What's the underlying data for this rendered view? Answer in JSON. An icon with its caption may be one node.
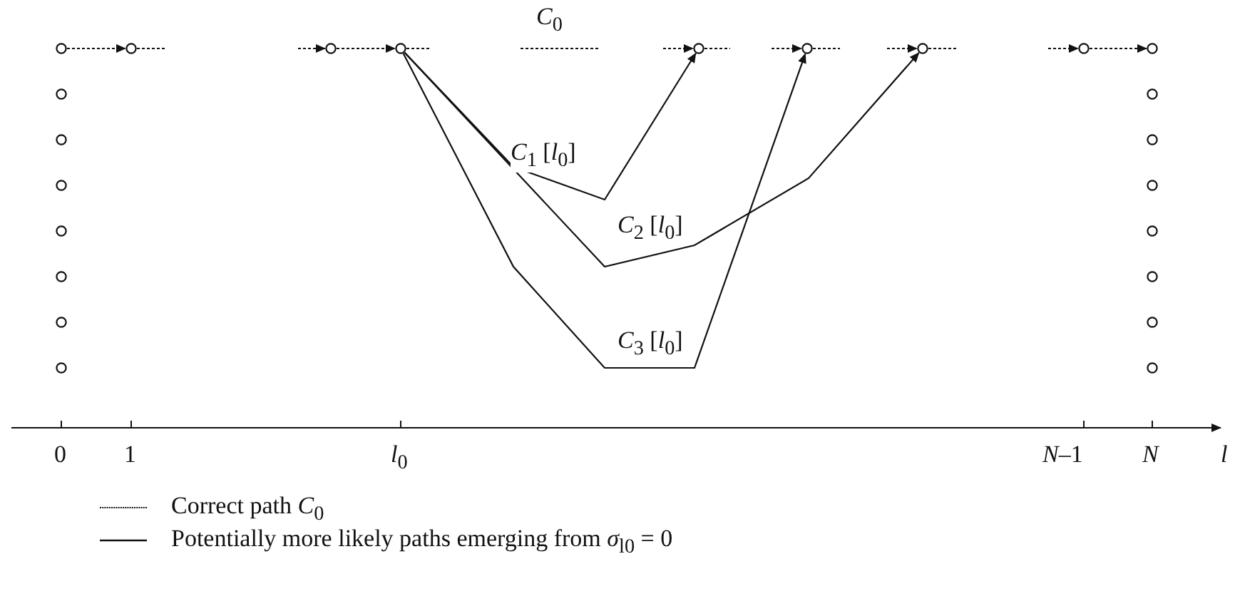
{
  "diagram": {
    "nodes": [
      {
        "text": [],
        "shape": "circle"
      },
      {
        "text": [],
        "shape": "circle"
      },
      {
        "text": [],
        "shape": "circle"
      },
      {
        "text": [],
        "shape": "circle"
      },
      {
        "text": [],
        "shape": "circle"
      },
      {
        "text": [],
        "shape": "circle"
      },
      {
        "text": [],
        "shape": "circle"
      },
      {
        "text": [],
        "shape": "circle"
      },
      {
        "text": [],
        "shape": "circle"
      },
      {
        "text": [],
        "shape": "circle"
      },
      {
        "text": [],
        "shape": "circle"
      },
      {
        "text": [],
        "shape": "circle"
      },
      {
        "text": [],
        "shape": "circle"
      },
      {
        "text": [],
        "shape": "circle"
      },
      {
        "text": [],
        "shape": "circle"
      },
      {
        "text": [],
        "shape": "circle"
      },
      {
        "text": [],
        "shape": "circle"
      },
      {
        "text": [],
        "shape": "circle"
      },
      {
        "text": [],
        "shape": "circle"
      },
      {
        "text": [],
        "shape": "circle"
      },
      {
        "text": [],
        "shape": "circle"
      },
      {
        "text": [],
        "shape": "circle"
      },
      {
        "text": [],
        "shape": "circle"
      }
    ],
    "edges": [
      {
        "from": 0,
        "to": 1,
        "arrow": "to",
        "style": "dashed"
      },
      {
        "from": 1,
        "to": null,
        "arrow": "none",
        "style": "dashed"
      },
      {
        "from": null,
        "to": 2,
        "arrow": "to",
        "style": "dashed"
      },
      {
        "from": 2,
        "to": 3,
        "arrow": "to",
        "style": "dashed"
      },
      {
        "from": 3,
        "to": null,
        "arrow": "none",
        "style": "dashed"
      },
      {
        "from": null,
        "to": 4,
        "arrow": "to",
        "style": "dashed"
      },
      {
        "from": 4,
        "to": null,
        "arrow": "none",
        "style": "dashed"
      },
      {
        "from": null,
        "to": 5,
        "arrow": "to",
        "style": "dashed"
      },
      {
        "from": 5,
        "to": null,
        "arrow": "none",
        "style": "dashed"
      },
      {
        "from": null,
        "to": 6,
        "arrow": "to",
        "style": "dashed"
      },
      {
        "from": 6,
        "to": null,
        "arrow": "none",
        "style": "dashed"
      },
      {
        "from": null,
        "to": 7,
        "arrow": "to",
        "style": "dashed"
      },
      {
        "from": 7,
        "to": 8,
        "arrow": "to",
        "style": "dashed"
      },
      {
        "from": 3,
        "to": 4,
        "arrow": "to",
        "label": "*C*$_{1}$ [*l*$_{0}$]"
      },
      {
        "from": 3,
        "to": 6,
        "arrow": "to",
        "label": "*C*$_{2}$ [*l*$_{0}$]"
      },
      {
        "from": 3,
        "to": 5,
        "arrow": "to",
        "label": "*C*$_{3}$ [*l*$_{0}$]"
      }
    ],
    "labels": [
      "*C*$_{0}$",
      "0",
      "1",
      "*l*$_{0}$",
      "*N*–1",
      "*N*",
      "*l*"
    ],
    "legend": [
      {
        "text": "Correct path *C*$_{0}$"
      },
      {
        "text": "Potentially more likely paths emerging from *σ*$_{l0}$ = 0"
      }
    ]
  }
}
